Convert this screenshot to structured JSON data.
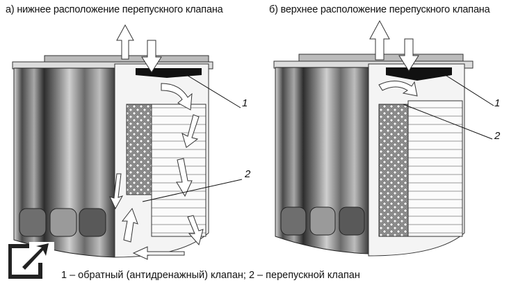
{
  "captions": {
    "a": "а) нижнее расположение перепускного клапана",
    "b": "б) верхнее расположение перепускного клапана"
  },
  "callouts": {
    "left_1": "1",
    "left_2": "2",
    "right_1": "1",
    "right_2": "2"
  },
  "legend": "1 – обратный (антидренажный) клапан; 2 – перепускной клапан",
  "icons": {
    "corner": "expand-arrow-icon"
  }
}
